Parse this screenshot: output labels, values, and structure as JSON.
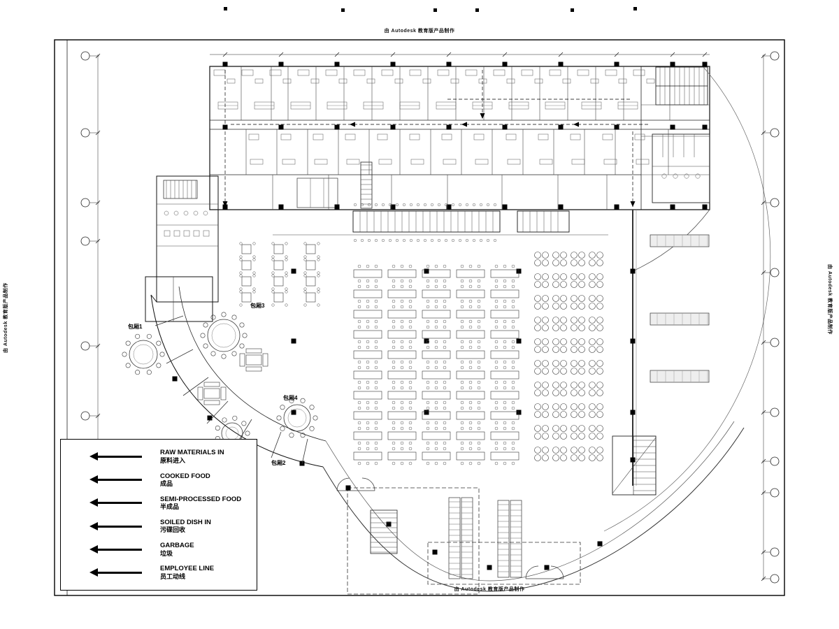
{
  "watermark": "由 Autodesk 教育版产品制作",
  "rooms": {
    "r1": "包厢1",
    "r2": "包厢2",
    "r3": "包厢3",
    "r4": "包厢4"
  },
  "legend": {
    "items": [
      {
        "en": "RAW MATERIALS IN",
        "zh": "原料进入"
      },
      {
        "en": "COOKED FOOD",
        "zh": "成品"
      },
      {
        "en": "SEMI-PROCESSED FOOD",
        "zh": "半成品"
      },
      {
        "en": "SOILED DISH IN",
        "zh": "污碟回收"
      },
      {
        "en": "GARBAGE",
        "zh": "垃圾"
      },
      {
        "en": "EMPLOYEE LINE",
        "zh": "员工动线"
      }
    ]
  },
  "colors": {
    "line": "#111111",
    "accent": "#000000",
    "paper": "#ffffff"
  }
}
